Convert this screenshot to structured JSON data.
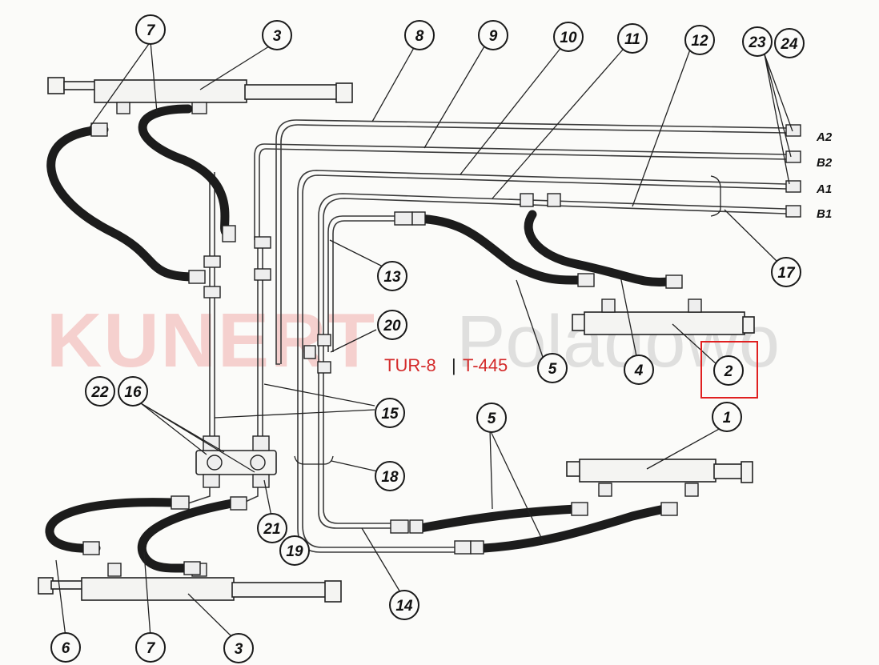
{
  "watermark": {
    "brand": "KUNERT",
    "place": "Poladowo"
  },
  "model_caption": {
    "code1": "TUR-8",
    "separator": "|",
    "code2": "T-445"
  },
  "ports": [
    "A2",
    "B2",
    "A1",
    "B1"
  ],
  "callouts": [
    "7",
    "3",
    "8",
    "9",
    "10",
    "11",
    "12",
    "23",
    "24",
    "13",
    "17",
    "20",
    "5",
    "4",
    "2",
    "22",
    "16",
    "15",
    "18",
    "1",
    "5",
    "21",
    "19",
    "14",
    "6",
    "7",
    "3"
  ],
  "highlight": {
    "label": "2",
    "color": "#e02020"
  },
  "colors": {
    "hose": "#1c1c1c",
    "tube": "#3a3a3a",
    "watermark_red": "#e33a3a"
  }
}
